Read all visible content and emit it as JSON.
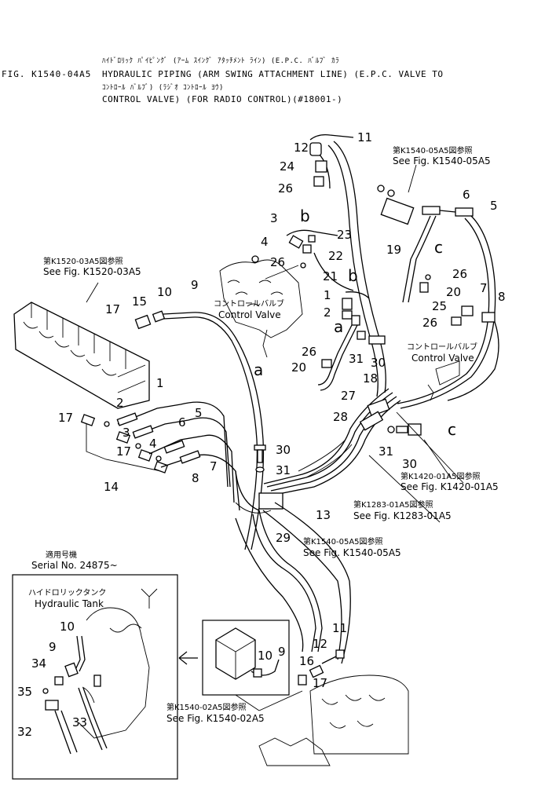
{
  "header": {
    "figure_id": "FIG. K1540-04A5",
    "title_jp_1": "ﾊｲﾄﾞﾛﾘｯｸ ﾊﾟｲﾋﾟﾝｸﾞ  (ｱｰﾑ ｽｲﾝｸﾞ ｱﾀｯﾁﾒﾝﾄ ﾗｲﾝ) (E.P.C. ﾊﾞﾙﾌﾞ ｶﾗ",
    "title_en_1": "HYDRAULIC PIPING (ARM SWING ATTACHMENT LINE) (E.P.C. VALVE TO",
    "title_jp_2": "ｺﾝﾄﾛｰﾙ ﾊﾞﾙﾌﾞ) (ﾗｼﾞｵ ｺﾝﾄﾛｰﾙ ﾖｳ)",
    "title_en_2": "CONTROL VALVE) (FOR RADIO CONTROL)(#18001-)"
  },
  "references": {
    "k1540_05a5_top": {
      "jp": "第K1540-05A5図参照",
      "en": "See Fig. K1540-05A5"
    },
    "k1520_03a5": {
      "jp": "第K1520-03A5図参照",
      "en": "See Fig. K1520-03A5"
    },
    "k1420_01a5": {
      "jp": "第K1420-01A5図参照",
      "en": "See Fig. K1420-01A5"
    },
    "k1283_01a5": {
      "jp": "第K1283-01A5図参照",
      "en": "See Fig. K1283-01A5"
    },
    "k1540_05a5_mid": {
      "jp": "第K1540-05A5図参照",
      "en": "See Fig. K1540-05A5"
    },
    "k1540_02a5": {
      "jp": "第K1540-02A5図参照",
      "en": "See Fig. K1540-02A5"
    }
  },
  "labels": {
    "control_valve_left_jp": "コントロールバルブ",
    "control_valve_left_en": "Control Valve",
    "control_valve_right_jp": "コントロールバルブ",
    "control_valve_right_en": "Control Valve",
    "serial_jp": "適用号機",
    "serial_en": "Serial  No. 24875~",
    "hydraulic_tank_jp": "ハイドロリックタンク",
    "hydraulic_tank_en": "Hydraulic Tank"
  },
  "callout_letters": [
    "a",
    "b",
    "c"
  ],
  "part_numbers": [
    "1",
    "2",
    "3",
    "4",
    "5",
    "6",
    "7",
    "8",
    "9",
    "10",
    "11",
    "12",
    "13",
    "14",
    "15",
    "16",
    "17",
    "18",
    "19",
    "20",
    "21",
    "22",
    "23",
    "24",
    "25",
    "26",
    "27",
    "28",
    "29",
    "30",
    "31",
    "32",
    "33",
    "34",
    "35"
  ]
}
